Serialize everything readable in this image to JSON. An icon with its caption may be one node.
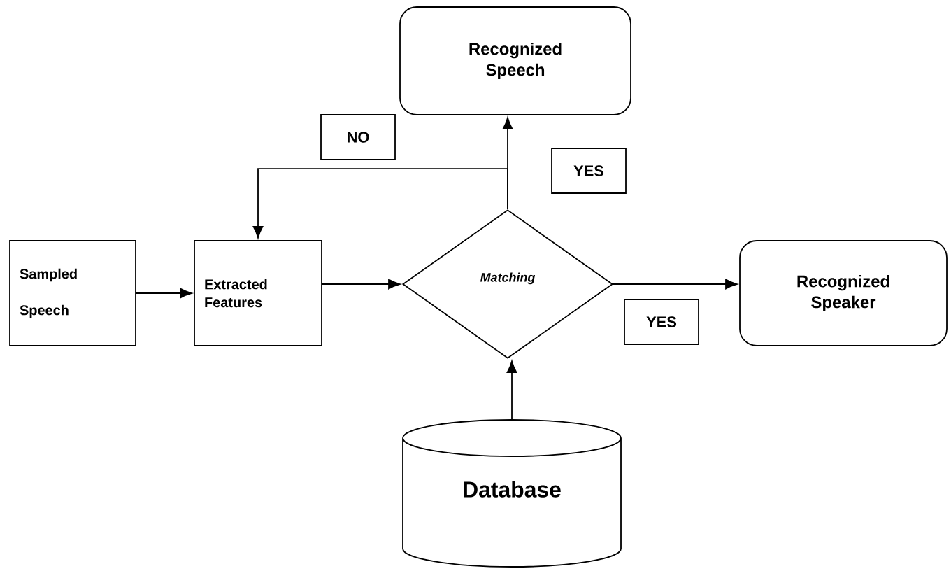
{
  "diagram": {
    "nodes": [
      {
        "text": [
          "Sampled Speech"
        ]
      },
      {
        "text": [
          "Extracted Features"
        ]
      },
      {
        "text": [
          "Matching"
        ]
      },
      {
        "text": [
          "Recognized Speech"
        ]
      },
      {
        "text": [
          "Recognized Speaker"
        ]
      },
      {
        "text": [
          "Database"
        ]
      }
    ],
    "edges": [
      {
        "from": 0,
        "to": 1,
        "arrow": "to"
      },
      {
        "from": 1,
        "to": 2,
        "arrow": "to"
      },
      {
        "from": 2,
        "to": 3,
        "arrow": "to",
        "label": "YES"
      },
      {
        "from": 2,
        "to": 1,
        "arrow": "to",
        "label": "NO"
      },
      {
        "from": 2,
        "to": 4,
        "arrow": "to",
        "label": "YES"
      },
      {
        "from": 5,
        "to": 2,
        "arrow": "to"
      }
    ]
  }
}
